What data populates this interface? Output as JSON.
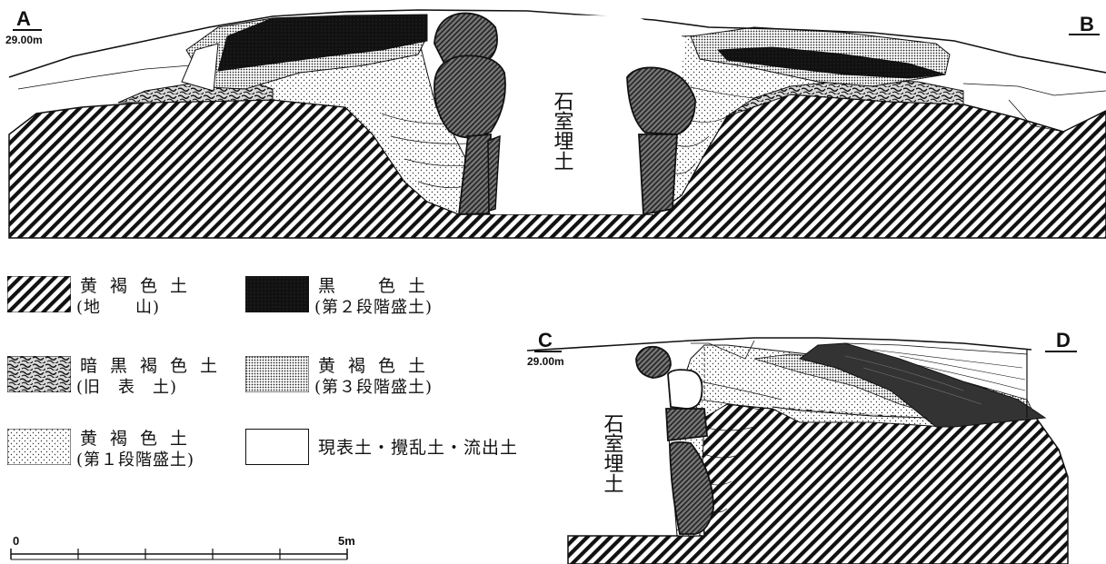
{
  "sections": {
    "ab": {
      "left_label": "A",
      "right_label": "B",
      "elevation": "29.00m",
      "chamber_fill": "石室埋土"
    },
    "cd": {
      "left_label": "C",
      "right_label": "D",
      "elevation": "29.00m",
      "chamber_fill": "石室埋土"
    }
  },
  "legend": [
    {
      "id": "natural",
      "name": "黄褐色土",
      "sub": "(地　　山)",
      "pattern": "hatch"
    },
    {
      "id": "black",
      "name": "黒　色土",
      "sub": "(第２段階盛土)",
      "pattern": "black"
    },
    {
      "id": "old-surface",
      "name": "暗黒褐色土",
      "sub": "(旧　表　土)",
      "pattern": "mottled"
    },
    {
      "id": "stage3",
      "name": "黄褐色土",
      "sub": "(第３段階盛土)",
      "pattern": "dense-dots"
    },
    {
      "id": "stage1",
      "name": "黄褐色土",
      "sub": "(第１段階盛土)",
      "pattern": "sparse-dots"
    },
    {
      "id": "surface",
      "name": "現表土・攪乱土・流出土",
      "sub": "",
      "pattern": "blank"
    }
  ],
  "scale": {
    "start": "0",
    "end": "5m"
  },
  "colors": {
    "ink": "#111111",
    "stone": "#555555",
    "black_soil": "#1a1a1a",
    "paper": "#ffffff"
  }
}
